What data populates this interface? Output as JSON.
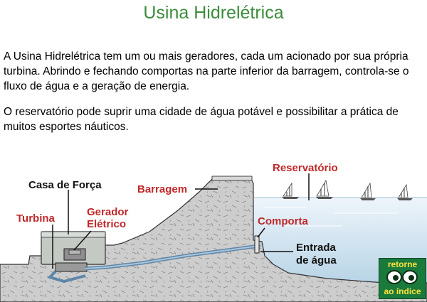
{
  "title": "Usina Hidrelétrica",
  "paragraphs": [
    "A Usina Hidrelétrica tem um ou mais geradores, cada um acionado por sua própria turbina. Abrindo e fechando comportas na parte inferior da barragem, controla-se o fluxo de água e a geração de energia.",
    "O reservatório pode suprir uma cidade de água potável e possibilitar a prática de muitos esportes náuticos."
  ],
  "labels": {
    "casa_de_forca": "Casa de Força",
    "turbina": "Turbina",
    "gerador_line1": "Gerador",
    "gerador_line2": "Elétrico",
    "barragem": "Barragem",
    "reservatorio": "Reservatório",
    "comporta": "Comporta",
    "entrada_line1": "Entrada",
    "entrada_line2": "de água"
  },
  "return_button": {
    "line1": "retorne",
    "line2": "ao índice",
    "icon": "eyes-icon"
  },
  "colors": {
    "title": "#3c8c3c",
    "label_red": "#c0282a",
    "water": "#c6dcea",
    "button_bg": "#1a7a3c",
    "button_text": "#ffe23a"
  }
}
